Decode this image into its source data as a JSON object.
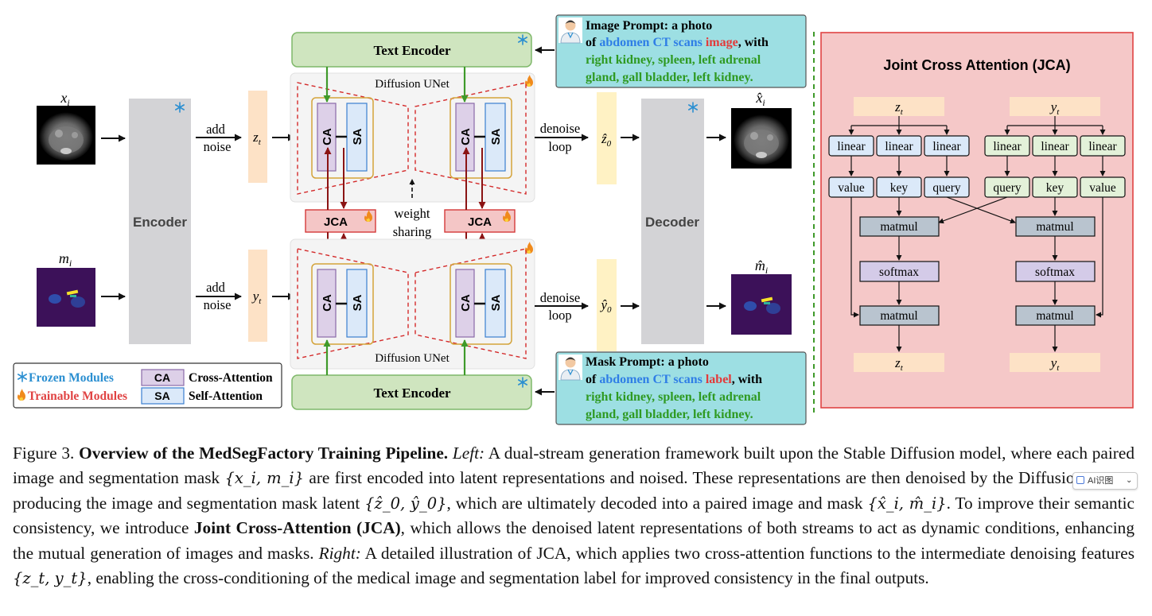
{
  "figure": {
    "text_encoder_label": "Text Encoder",
    "diffusion_unet_label": "Diffusion UNet",
    "encoder_label": "Encoder",
    "decoder_label": "Decoder",
    "add_noise_line1": "add",
    "add_noise_line2": "noise",
    "denoise_line1": "denoise",
    "denoise_line2": "loop",
    "weight_sharing_line1": "weight",
    "weight_sharing_line2": "sharing",
    "jca_block_label": "JCA",
    "ca_label": "CA",
    "sa_label": "SA",
    "input_image_label": "x",
    "input_image_sub": "i",
    "input_mask_label": "m",
    "input_mask_sub": "i",
    "latent_image_label": "z",
    "latent_image_sub": "t",
    "latent_mask_label": "y",
    "latent_mask_sub": "t",
    "denoised_image_label": "ẑ",
    "denoised_image_sub": "0",
    "denoised_mask_label": "ŷ",
    "denoised_mask_sub": "0",
    "output_image_label": "x̂",
    "output_image_sub": "i",
    "output_mask_label": "m̂",
    "output_mask_sub": "i",
    "image_prompt": {
      "prefix": "Image Prompt: a photo",
      "of": "of ",
      "subject": "abdomen CT scans",
      "space": " ",
      "kind": "image",
      "with": ", with",
      "organs_line1": "right kidney, spleen, left adrenal",
      "organs_line2": "gland, gall bladder, left kidney."
    },
    "mask_prompt": {
      "prefix": "Mask Prompt: a photo",
      "of": "of ",
      "subject": "abdomen CT scans",
      "space": " ",
      "kind": "label",
      "with": ", with",
      "organs_line1": "right kidney, spleen, left adrenal",
      "organs_line2": "gland, gall bladder, left kidney."
    },
    "legend": {
      "frozen": "Frozen Modules",
      "trainable": "Trainable Modules",
      "ca_box": "CA",
      "ca_desc": "Cross-Attention",
      "sa_box": "SA",
      "sa_desc": "Self-Attention"
    },
    "jca_panel": {
      "title": "Joint Cross Attention (JCA)",
      "input_left": "z",
      "input_left_sub": "t",
      "input_right": "y",
      "input_right_sub": "t",
      "linear": "linear",
      "value": "value",
      "key": "key",
      "query": "query",
      "matmul": "matmul",
      "softmax": "softmax",
      "output_left": "z",
      "output_left_sub": "t",
      "output_right": "y",
      "output_right_sub": "t"
    },
    "colors": {
      "frozen_blue": "#2b8fd1",
      "trainable_red": "#e04343",
      "prompt_bg": "#9ddfe3",
      "prompt_blue": "#2f7ee6",
      "prompt_red": "#e33a3a",
      "prompt_green": "#2f9a22",
      "text_encoder_bg": "#cfe5bf",
      "jca_bg": "#f4c6c6",
      "panel_bg": "#f5c8c8",
      "latent_z": "#fde2c6",
      "latent_y": "#fff2c4"
    }
  },
  "caption": {
    "figure_no": "Figure 3. ",
    "title": "Overview of the MedSegFactory Training Pipeline.",
    "left_label": "Left:",
    "p1": " A dual-stream generation framework built upon the Stable Diffusion model, where each paired image and segmentation mask ",
    "set1": "{x_i, m_i}",
    "p2": " are first encoded into latent representations and noised. These representations are then denoised by the Diffusion U-Net, producing the image and segmentation mask latent ",
    "set2": "{ẑ_0, ŷ_0}",
    "p3": ", which are ultimately decoded into a paired image and mask ",
    "set3": "{x̂_i, m̂_i}",
    "p4": ". To improve their semantic consistency, we introduce ",
    "jca_bold": "Joint Cross-Attention (JCA)",
    "p5": ", which allows the denoised latent representations of both streams to act as dynamic conditions, enhancing the mutual generation of images and masks. ",
    "right_label": "Right:",
    "p6": " A detailed illustration of JCA, which applies two cross-attention functions to the intermediate denoising features ",
    "set4": "{z_t, y_t}",
    "p7": ", enabling the cross-conditioning of the medical image and segmentation label for improved consistency in the final outputs."
  },
  "overlay": {
    "ai_chip_label": "AI识图",
    "ai_chip_caret": "⌄"
  }
}
